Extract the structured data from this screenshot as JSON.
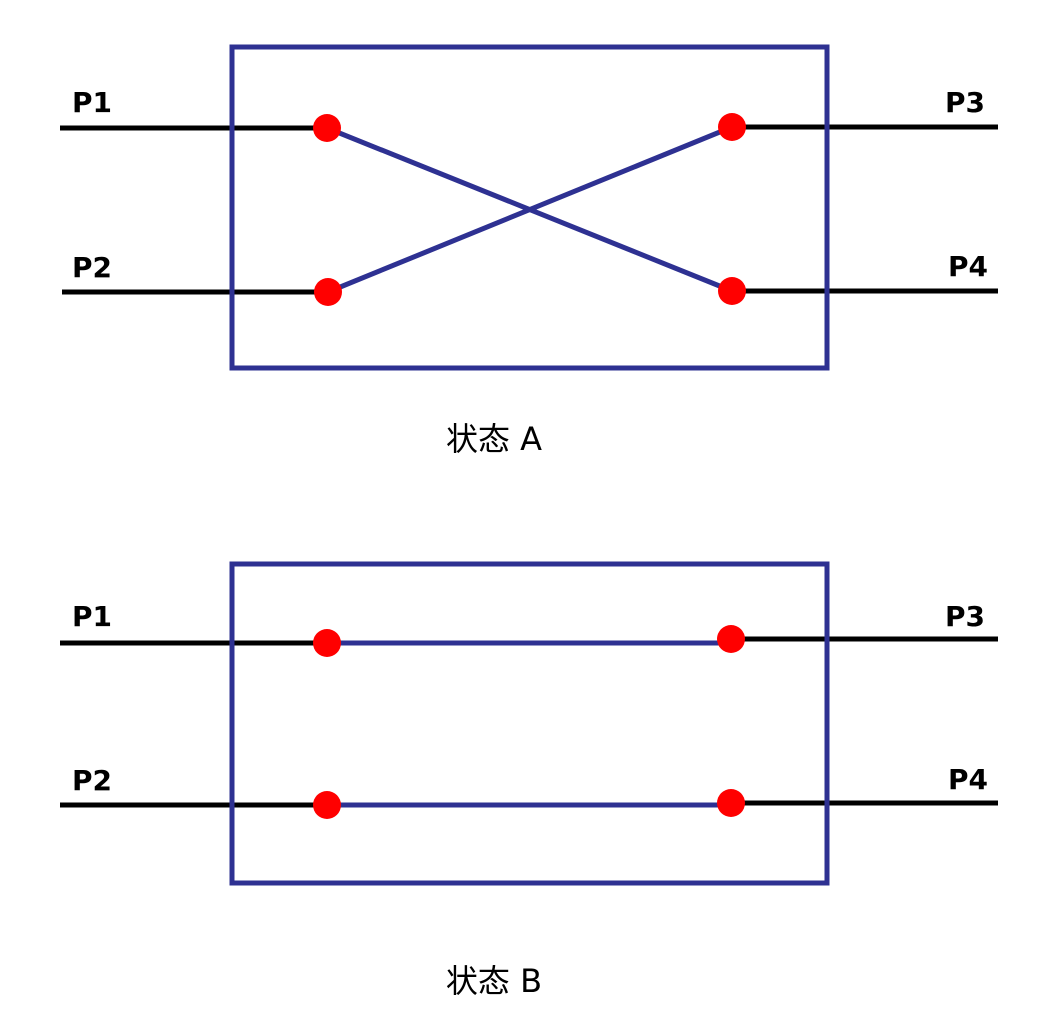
{
  "colors": {
    "frame": "#2e3192",
    "node": "#ff0000",
    "wire": "#000000"
  },
  "states": [
    {
      "caption": "状态 A",
      "connection": "cross",
      "ports": {
        "p1": "P1",
        "p2": "P2",
        "p3": "P3",
        "p4": "P4"
      }
    },
    {
      "caption": "状态 B",
      "connection": "straight",
      "ports": {
        "p1": "P1",
        "p2": "P2",
        "p3": "P3",
        "p4": "P4"
      }
    }
  ]
}
